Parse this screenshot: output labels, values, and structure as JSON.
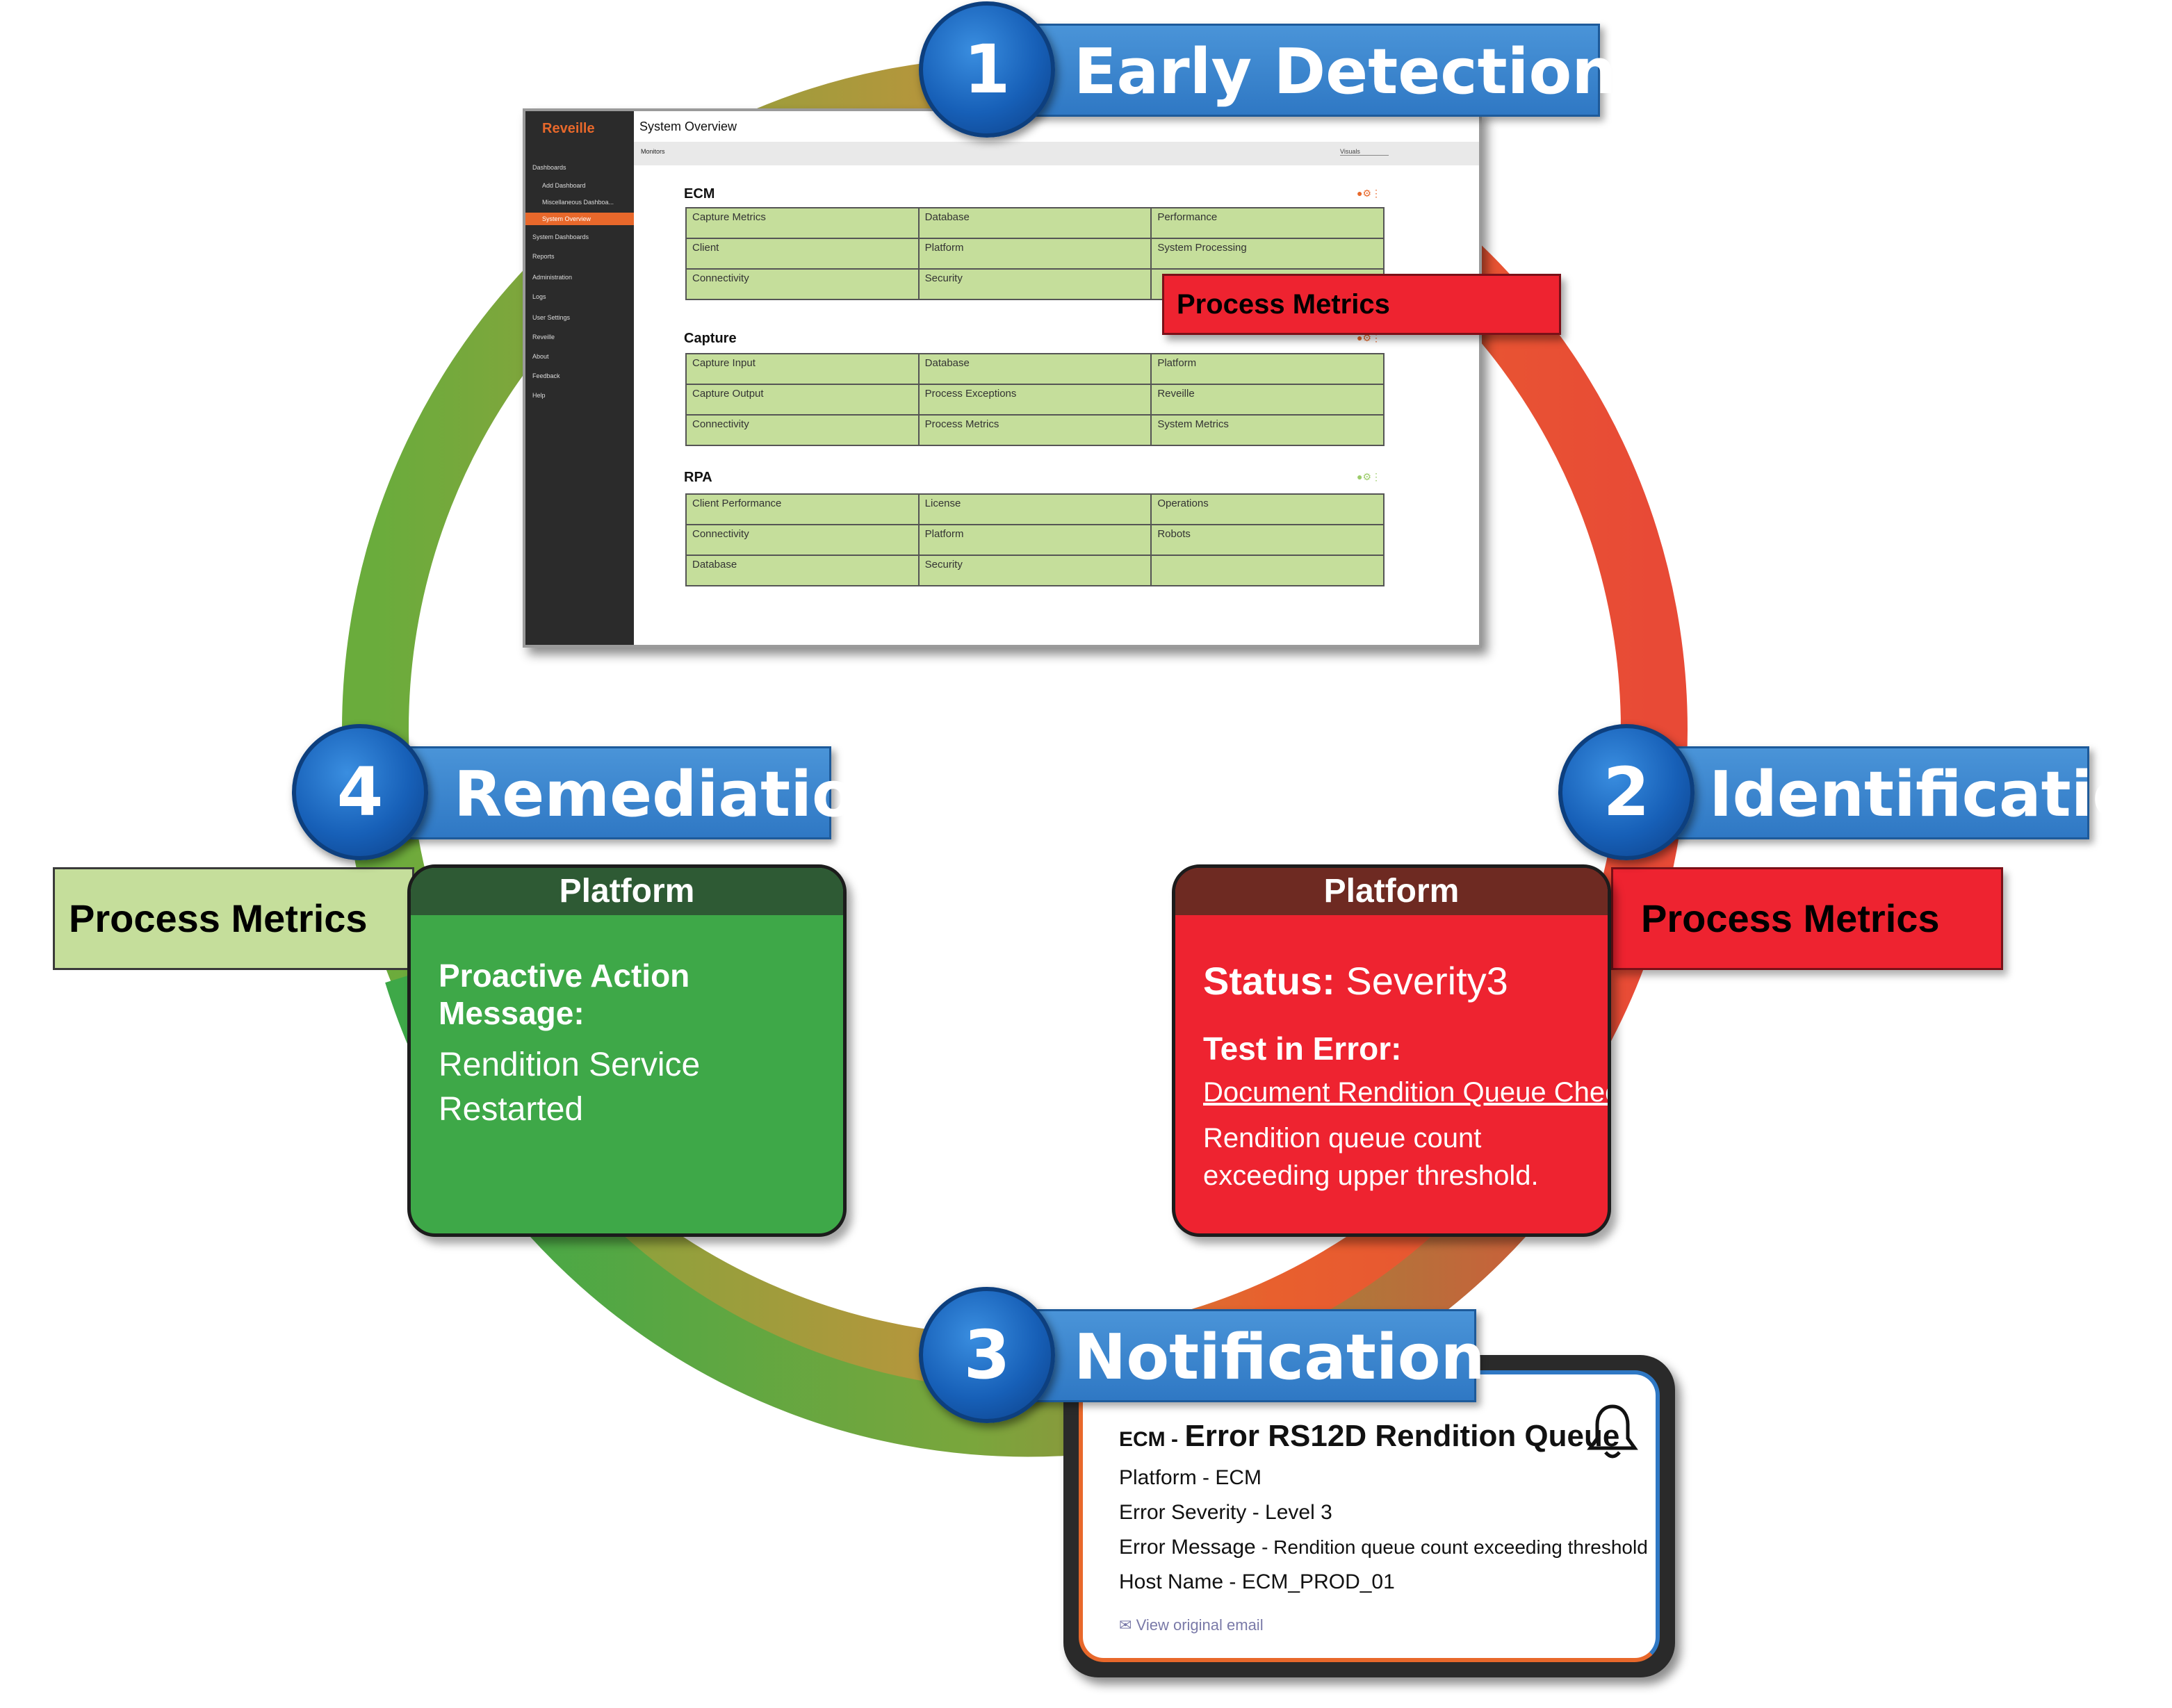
{
  "steps": [
    {
      "number": "1",
      "label": "Early Detection"
    },
    {
      "number": "2",
      "label": "Identification"
    },
    {
      "number": "3",
      "label": "Notification"
    },
    {
      "number": "4",
      "label": "Remediation"
    }
  ],
  "dashboard": {
    "logo": "Reveille",
    "title": "System Overview",
    "subbar_label": "Monitors",
    "visuals_select": "Visuals",
    "sidebar": [
      "Dashboards",
      "Add Dashboard",
      "Miscellaneous Dashboa...",
      "System Overview",
      "System Dashboards",
      "Reports",
      "Administration",
      "Logs",
      "User Settings",
      "Reveille",
      "About",
      "Feedback",
      "Help"
    ],
    "sections": [
      {
        "title": "ECM",
        "cells": [
          "Capture Metrics",
          "Database",
          "Performance",
          "Client",
          "Platform",
          "System Processing",
          "Connectivity",
          "Security",
          ""
        ]
      },
      {
        "title": "Capture",
        "cells": [
          "Capture Input",
          "Database",
          "Platform",
          "Capture Output",
          "Process Exceptions",
          "Reveille",
          "Connectivity",
          "Process Metrics",
          "System Metrics"
        ]
      },
      {
        "title": "RPA",
        "cells": [
          "Client Performance",
          "License",
          "Operations",
          "Connectivity",
          "Platform",
          "Robots",
          "Database",
          "Security",
          ""
        ]
      }
    ]
  },
  "process_metrics_label": "Process Metrics",
  "identification_card": {
    "header": "Platform",
    "status_label": "Status:",
    "status_value": "Severity3",
    "test_label": "Test in Error:",
    "test_link": "Document Rendition Queue Check",
    "message_line1": "Rendition queue count",
    "message_line2": "exceeding upper threshold."
  },
  "remediation_card": {
    "header": "Platform",
    "action_label": "Proactive Action Message:",
    "message_line1": "Rendition Service",
    "message_line2": "Restarted"
  },
  "notification": {
    "prefix": "ECM -",
    "title": "Error RS12D Rendition Queue",
    "platform": "Platform - ECM",
    "severity": "Error Severity - Level 3",
    "error_label": "Error Message",
    "error_text": "- Rendition queue count exceeding threshold",
    "host": "Host Name - ECM_PROD_01",
    "link": "View original email"
  },
  "colors": {
    "step_blue": "#2f78c4",
    "alert_red": "#ee2330",
    "ok_green": "#3ea848",
    "metric_green": "#c5de9b",
    "brand_orange": "#e8682b"
  }
}
